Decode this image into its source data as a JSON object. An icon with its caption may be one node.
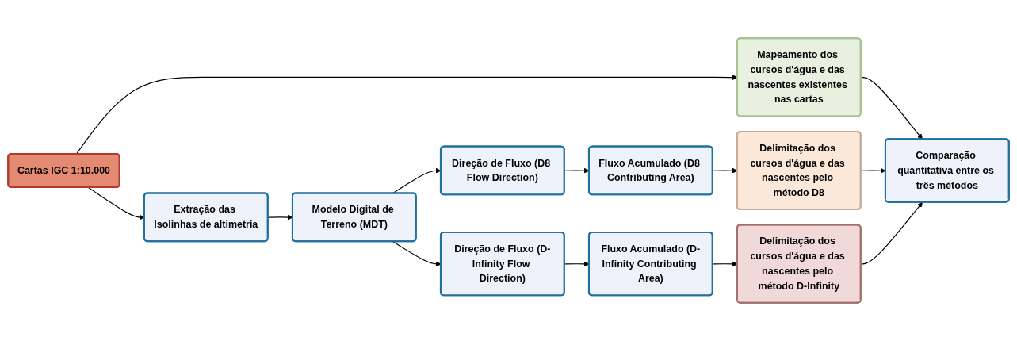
{
  "diagram": {
    "nodes": [
      {
        "text": [
          "Cartas IGC 1:10.000"
        ]
      },
      {
        "text": [
          "Extração das Isolinhas de altimetria"
        ]
      },
      {
        "text": [
          "Modelo Digital de Terreno (MDT)"
        ]
      },
      {
        "text": [
          "Direção de Fluxo (D8 Flow Direction)"
        ]
      },
      {
        "text": [
          "Direção de Fluxo (D-Infinity Flow Direction)"
        ]
      },
      {
        "text": [
          "Fluxo Acumulado (D8 Contributing Area)"
        ]
      },
      {
        "text": [
          "Fluxo Acumulado (D-Infinity Contributing Area)"
        ]
      },
      {
        "text": [
          "Mapeamento dos cursos d'água e das nascentes existentes nas cartas"
        ]
      },
      {
        "text": [
          "Delimitação dos cursos d'água e das nascentes pelo método D8"
        ]
      },
      {
        "text": [
          "Delimitação dos cursos d'água e das nascentes pelo método D-Infinity"
        ]
      },
      {
        "text": [
          "Comparação quantitativa entre os três métodos"
        ]
      }
    ],
    "edges": [
      {
        "from": 0,
        "to": 7,
        "arrow": "to"
      },
      {
        "from": 0,
        "to": 1,
        "arrow": "to"
      },
      {
        "from": 1,
        "to": 2,
        "arrow": "to"
      },
      {
        "from": 2,
        "to": 3,
        "arrow": "to"
      },
      {
        "from": 2,
        "to": 4,
        "arrow": "to"
      },
      {
        "from": 3,
        "to": 5,
        "arrow": "to"
      },
      {
        "from": 4,
        "to": 6,
        "arrow": "to"
      },
      {
        "from": 5,
        "to": 8,
        "arrow": "to"
      },
      {
        "from": 6,
        "to": 9,
        "arrow": "to"
      },
      {
        "from": 7,
        "to": 10,
        "arrow": "to"
      },
      {
        "from": 8,
        "to": 10,
        "arrow": "to"
      },
      {
        "from": 9,
        "to": 10,
        "arrow": "to"
      }
    ]
  }
}
